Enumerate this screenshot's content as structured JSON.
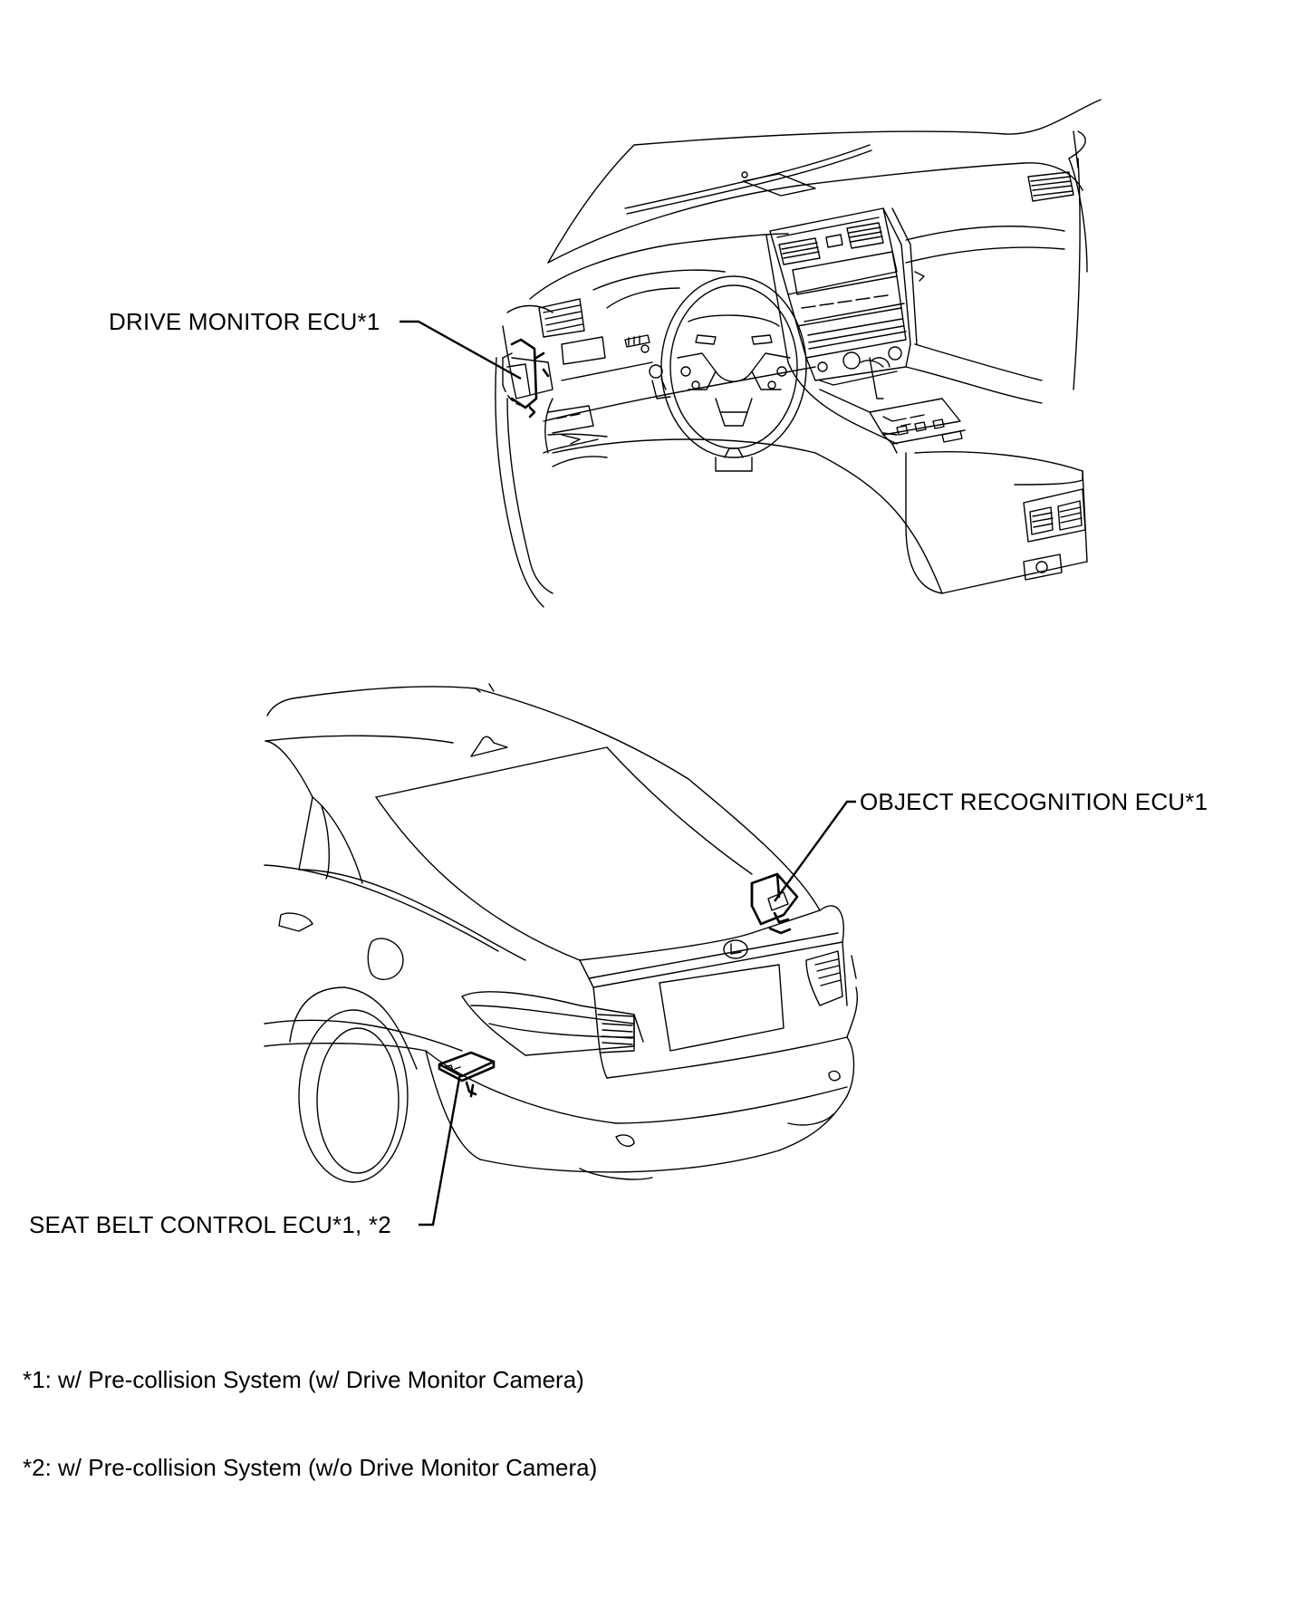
{
  "labels": {
    "drive_monitor": "DRIVE MONITOR ECU*1",
    "object_recognition": "OBJECT RECOGNITION ECU*1",
    "seat_belt": "SEAT BELT CONTROL ECU*1, *2"
  },
  "notes": [
    "*1: w/ Pre-collision System (w/ Drive Monitor Camera)",
    "*2: w/ Pre-collision System (w/o Drive Monitor Camera)"
  ]
}
